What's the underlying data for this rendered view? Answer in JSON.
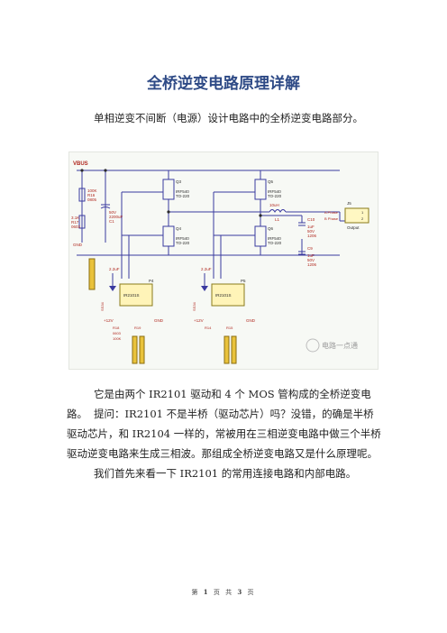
{
  "doc": {
    "title": "全桥逆变电路原理详解",
    "p1": "单相逆变不间断（电源）设计电路中的全桥逆变电路部分。",
    "p2": "它是由两个 IR2101 驱动和 4 个 MOS 管构成的全桥逆变电路。",
    "p3": "提问：IR2101 不是半桥（驱动芯片）吗？没错，的确是半桥驱动芯片，和 IR2104 一样的，常被用在三相逆变电路中做三个半桥驱动逆变电路来生成三相波。那组成全桥逆变电路又是什么原理呢。",
    "p4": "我们首先来看一下 IR2101 的常用连接电路和内部电路。"
  },
  "schematic": {
    "vbus": "VBUS",
    "r_top": "100K",
    "r_top2": "R16",
    "r_top3": "0805",
    "r_bot": "3.1K",
    "r_bot2": "R17",
    "r_bot3": "0603",
    "gnd": "GND",
    "cap_val": "50V",
    "cap_val2": "2200uF",
    "cap_ref": "C1",
    "q3": "Q3",
    "q3_part": "IRF540",
    "q3_pkg": "TO-220",
    "q4": "Q4",
    "q4_part": "IRF540",
    "q4_pkg": "TO-220",
    "q5": "Q5",
    "q5_part": "IRF540",
    "q5_pkg": "TO-220",
    "q6": "Q6",
    "q6_part": "IRF540",
    "q6_pkg": "TO-220",
    "inductor": "10uH",
    "inductor2": "L1",
    "cap_out": "C10",
    "cap_out_v": "1uF",
    "cap_out_v2": "50V",
    "cap_out_v3": "1206",
    "cap_out2": "C9",
    "cap_out2_v": "1uF",
    "cap_out2_v2": "50V",
    "cap_out2_v3": "1206",
    "conn": "J5",
    "conn_a": "A Phase",
    "conn_b": "B Phase",
    "conn_pin1": "1",
    "conn_pin2": "2",
    "output": "Output",
    "u1": "IR2101S",
    "u1_ref": "P4",
    "u2": "IR2101S",
    "u2_ref": "P5",
    "v12a": "+12V",
    "v12b": "+12V",
    "dgnd_a": "GND",
    "dgnd_b": "GND",
    "cap_boot_a": "2.2uF",
    "cap_boot_b": "2.2uF",
    "diode_a": "SS34",
    "diode_b": "SS34",
    "r18": "R18",
    "r19": "R19",
    "r14": "R14",
    "r15": "R15",
    "r_val": "0603",
    "r_val2": "100K",
    "watermark": "电路一点通"
  },
  "footer": {
    "prefix": "第",
    "page": "1",
    "mid": "页 共",
    "total": "3",
    "suffix": "页"
  }
}
